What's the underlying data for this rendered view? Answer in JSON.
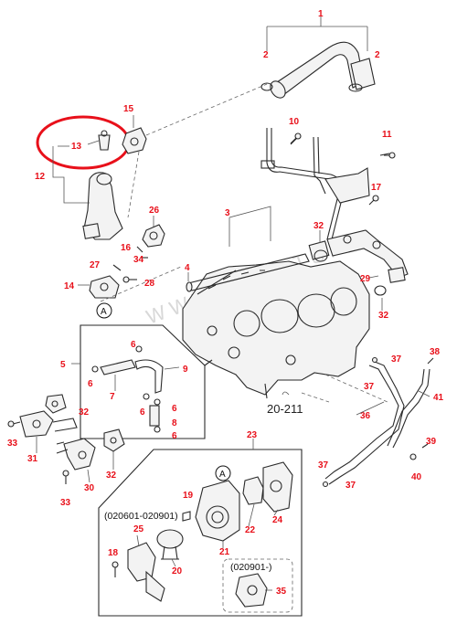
{
  "colors": {
    "callout": "#e8101a",
    "highlight_ring": "#e8101a",
    "line": "#2a2a2a"
  },
  "callouts": {
    "c1": "1",
    "c2a": "2",
    "c2b": "2",
    "c3": "3",
    "c4": "4",
    "c5": "5",
    "c6a": "6",
    "c6b": "6",
    "c6c": "6",
    "c6d": "6",
    "c6e": "6",
    "c7": "7",
    "c8": "8",
    "c9": "9",
    "c10": "10",
    "c11": "11",
    "c12": "12",
    "c13": "13",
    "c14": "14",
    "c15": "15",
    "c16": "16",
    "c17": "17",
    "c18": "18",
    "c19": "19",
    "c20": "20",
    "c21": "21",
    "c22": "22",
    "c23": "23",
    "c24": "24",
    "c25": "25",
    "c26": "26",
    "c27": "27",
    "c28": "28",
    "c29": "29",
    "c30": "30",
    "c31": "31",
    "c32a": "32",
    "c32b": "32",
    "c32c": "32",
    "c32d": "32",
    "c33a": "33",
    "c33b": "33",
    "c34": "34",
    "c35": "35",
    "c36": "36",
    "c37a": "37",
    "c37b": "37",
    "c37c": "37",
    "c37d": "37",
    "c38": "38",
    "c39": "39",
    "c40": "40",
    "c41": "41"
  },
  "reference": "20-211",
  "view_marker": "A",
  "variant_early": "(020601-020901)",
  "variant_late": "(020901-)",
  "watermark": "WWW.ELCATS.RU"
}
